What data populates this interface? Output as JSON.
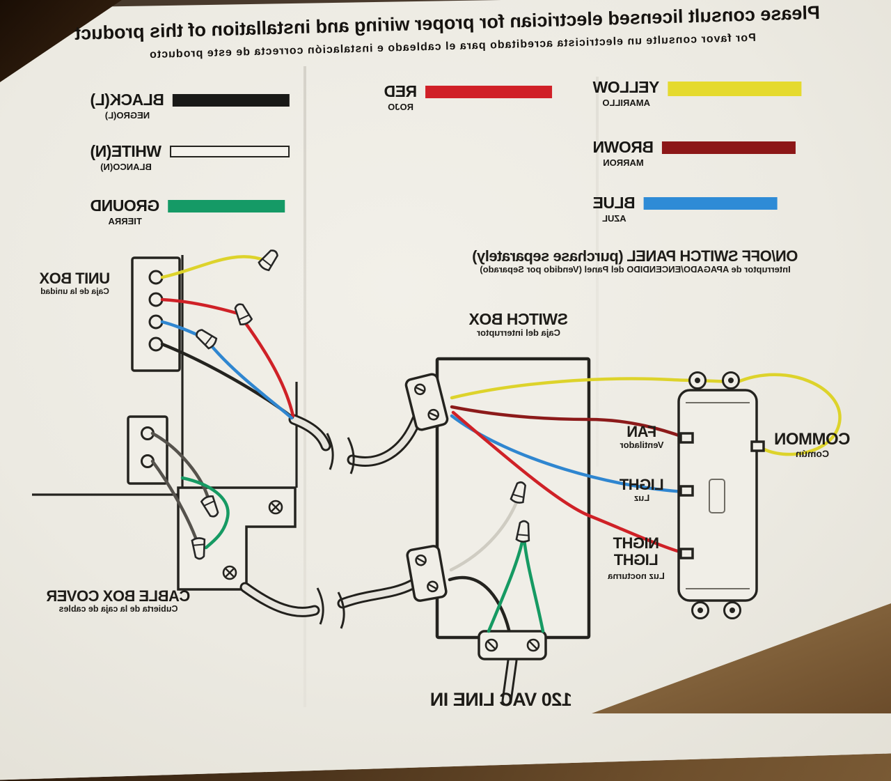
{
  "header": {
    "en": "Please consult licensed electrician for proper wiring and installation of this product",
    "es": "Por favor consulte un electricista acreditado para el cableado e instalación correcta de este producto"
  },
  "legend": {
    "black": {
      "label": "BLACK(L)",
      "sub": "NEGRO(L)",
      "color": "#191917"
    },
    "white": {
      "label": "WHITE(N)",
      "sub": "BLANCO(N)",
      "color": "#f4f2ec"
    },
    "ground": {
      "label": "GROUND",
      "sub": "TIERRA",
      "color": "#159a66"
    },
    "red": {
      "label": "RED",
      "sub": "ROJO",
      "color": "#d02027"
    },
    "yellow": {
      "label": "YELLOW",
      "sub": "AMARILLO",
      "color": "#e5da2e"
    },
    "brown": {
      "label": "BROWN",
      "sub": "MARRON",
      "color": "#8c1717"
    },
    "blue": {
      "label": "BLUE",
      "sub": "AZUL",
      "color": "#2e8bd6"
    }
  },
  "labels": {
    "unit_box": {
      "en": "UNIT BOX",
      "es": "Caja de la unidad"
    },
    "switch_panel": {
      "en": "ON/OFF SWITCH PANEL (purchase separately)",
      "es": "Interruptor de APAGADO/ENCENDIDO del Panel (Vendido por Separado)"
    },
    "switch_box": {
      "en": "SWITCH BOX",
      "es": "Caja del interruptor"
    },
    "common": {
      "en": "COMMON",
      "es": "Común"
    },
    "fan": {
      "en": "FAN",
      "es": "Ventilador"
    },
    "light": {
      "en": "LIGHT",
      "es": "Luz"
    },
    "night_light": {
      "en": "NIGHT LIGHT",
      "es": "Luz nocturna"
    },
    "cable_box_cover": {
      "en": "CABLE BOX COVER",
      "es": "Cubierta de la caja de cables"
    },
    "line_in": {
      "en": "120 VAC LINE IN"
    }
  },
  "colors": {
    "paper": "#edebe4",
    "ink": "#1e1c18",
    "table_background": "#6e4f2c"
  }
}
